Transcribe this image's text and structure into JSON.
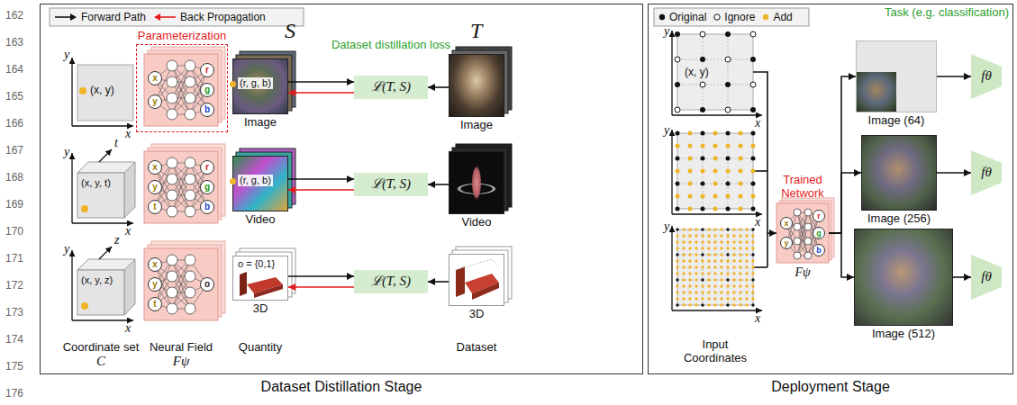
{
  "diagram": {
    "nodes": [
      {
        "text": [
          "Dataset Distillation Stage"
        ]
      },
      {
        "text": [
          "Deployment Stage"
        ]
      },
      {
        "text": [
          "(x, y)"
        ],
        "in": 0
      },
      {
        "text": [
          "Parameterization"
        ],
        "in": 0
      },
      {
        "text": [
          "x"
        ],
        "in": 3
      },
      {
        "text": [
          "y"
        ],
        "in": 3
      },
      {
        "text": [
          "r"
        ],
        "in": 3
      },
      {
        "text": [
          "g"
        ],
        "in": 3
      },
      {
        "text": [
          "b"
        ],
        "in": 3
      },
      {
        "text": [
          "(r, g, b)",
          "Image"
        ],
        "in": 0
      },
      {
        "text": [
          "ℒ(T, S)"
        ],
        "in": 0
      },
      {
        "text": [
          "Image"
        ],
        "in": 0
      },
      {
        "text": [
          "(x, y, t)"
        ],
        "in": 0
      },
      {
        "text": [
          "x"
        ],
        "in": 0
      },
      {
        "text": [
          "y"
        ],
        "in": 0
      },
      {
        "text": [
          "t"
        ],
        "in": 0
      },
      {
        "text": [
          "r"
        ],
        "in": 0
      },
      {
        "text": [
          "g"
        ],
        "in": 0
      },
      {
        "text": [
          "b"
        ],
        "in": 0
      },
      {
        "text": [
          "(r, g, b)",
          "Video"
        ],
        "in": 0
      },
      {
        "text": [
          "ℒ(T, S)"
        ],
        "in": 0
      },
      {
        "text": [
          "Video"
        ],
        "in": 0
      },
      {
        "text": [
          "(x, y, z)"
        ],
        "in": 0
      },
      {
        "text": [
          "x"
        ],
        "in": 0
      },
      {
        "text": [
          "y"
        ],
        "in": 0
      },
      {
        "text": [
          "t"
        ],
        "in": 0
      },
      {
        "text": [
          "o"
        ],
        "in": 0
      },
      {
        "text": [
          "o = {0,1}",
          "3D"
        ],
        "in": 0
      },
      {
        "text": [
          "ℒ(T, S)"
        ],
        "in": 0
      },
      {
        "text": [
          "3D"
        ],
        "in": 0
      },
      {
        "text": [
          "(x, y)"
        ],
        "in": 1
      },
      {
        "text": [
          "Trained Network",
          "Fψ"
        ],
        "in": 1
      },
      {
        "text": [
          "x"
        ],
        "in": 31
      },
      {
        "text": [
          "y"
        ],
        "in": 31
      },
      {
        "text": [
          "r"
        ],
        "in": 31
      },
      {
        "text": [
          "g"
        ],
        "in": 31
      },
      {
        "text": [
          "b"
        ],
        "in": 31
      },
      {
        "text": [
          "Image (64)"
        ],
        "in": 1
      },
      {
        "text": [
          "Image (256)"
        ],
        "in": 1
      },
      {
        "text": [
          "Image (512)"
        ],
        "in": 1
      },
      {
        "text": [
          "fθ"
        ],
        "in": 1
      },
      {
        "text": [
          "fθ"
        ],
        "in": 1
      },
      {
        "text": [
          "fθ"
        ],
        "in": 1
      }
    ],
    "edges": [
      {
        "from": 9,
        "to": 10,
        "arrow": "to"
      },
      {
        "from": 10,
        "to": 9,
        "arrow": "to"
      },
      {
        "from": 11,
        "to": 10,
        "arrow": "to"
      },
      {
        "from": 19,
        "to": 20,
        "arrow": "to"
      },
      {
        "from": 20,
        "to": 19,
        "arrow": "to"
      },
      {
        "from": 21,
        "to": 20,
        "arrow": "to"
      },
      {
        "from": 27,
        "to": 28,
        "arrow": "to"
      },
      {
        "from": 28,
        "to": 27,
        "arrow": "to"
      },
      {
        "from": 29,
        "to": 28,
        "arrow": "to"
      },
      {
        "from": 30,
        "to": 31,
        "arrow": "to"
      },
      {
        "from": 31,
        "to": 37,
        "arrow": "to"
      },
      {
        "from": 31,
        "to": 38,
        "arrow": "to"
      },
      {
        "from": 31,
        "to": 39,
        "arrow": "to"
      },
      {
        "from": 37,
        "to": 40,
        "arrow": "to"
      },
      {
        "from": 38,
        "to": 41,
        "arrow": "to"
      },
      {
        "from": 39,
        "to": 42,
        "arrow": "to"
      }
    ],
    "labels": [
      "162",
      "163",
      "164",
      "165",
      "166",
      "167",
      "168",
      "169",
      "170",
      "171",
      "172",
      "173",
      "174",
      "175",
      "176",
      "S",
      "T",
      "Dataset distillation loss",
      "y",
      "x",
      "y",
      "x",
      "t",
      "y",
      "x",
      "z",
      "Coordinate set",
      "C",
      "Neural Field",
      "Fψ",
      "Quantity",
      "Dataset",
      "y",
      "x",
      "y",
      "x",
      "y",
      "x",
      "Input Coordinates",
      "Task (e.g. classification)"
    ],
    "legend": [
      {
        "text": "Forward Path"
      },
      {
        "text": "Back Propagation"
      },
      {
        "text": "Original"
      },
      {
        "text": "Ignore"
      },
      {
        "text": "Add"
      }
    ]
  }
}
